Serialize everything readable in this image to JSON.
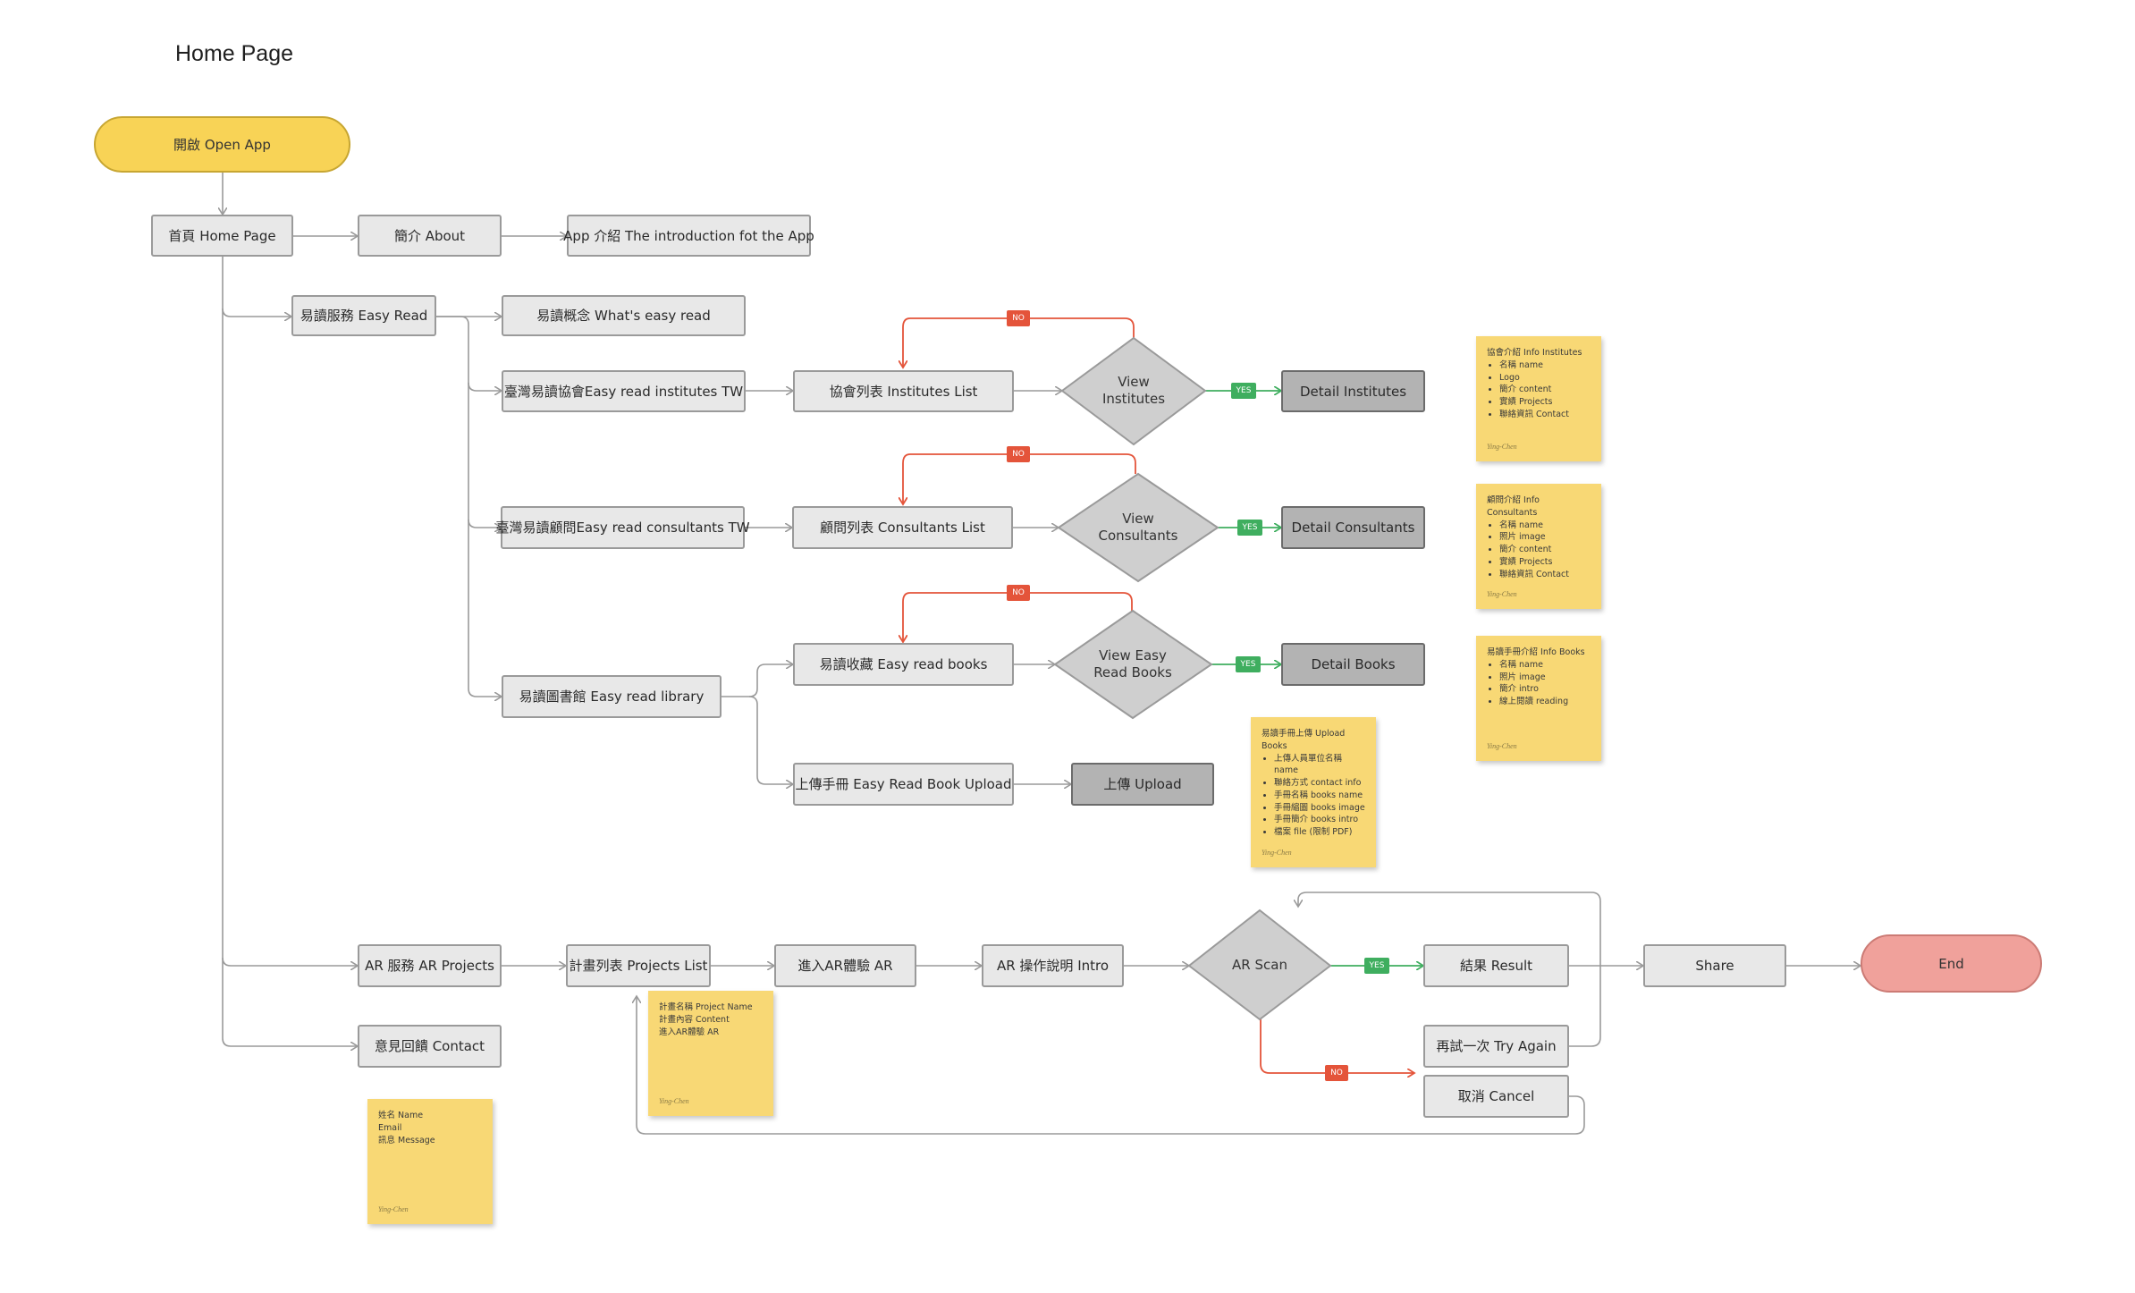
{
  "page": {
    "title": "Home Page"
  },
  "colors": {
    "start": "#f8d356",
    "end": "#f0a19b",
    "yes": "#3fae5f",
    "no": "#e4543a",
    "note": "#f8d875",
    "box": "#e8e8e8",
    "dark_box": "#b3b3b3"
  },
  "nodes": {
    "open_app": "開啟 Open  App",
    "home_page": "首頁 Home Page",
    "about": "簡介 About",
    "app_intro": "App 介紹 The introduction fot the App",
    "easy_read": "易讀服務 Easy Read",
    "whats_easy_read": "易讀概念 What's easy read",
    "institutes_tw": "臺灣易讀協會Easy read institutes TW",
    "institutes_list": "協會列表 Institutes List",
    "view_institutes": "View\nInstitutes",
    "detail_institutes": "Detail Institutes",
    "consultants_tw": "臺灣易讀顧問Easy read consultants TW",
    "consultants_list": "顧問列表 Consultants List",
    "view_consultants": "View\nConsultants",
    "detail_consultants": "Detail Consultants",
    "library": "易讀圖書館 Easy read library",
    "easy_read_books": "易讀收藏 Easy read books",
    "view_easy_read_books": "View Easy\nRead Books",
    "detail_books": "Detail Books",
    "book_upload": "上傳手冊 Easy Read Book Upload",
    "upload": "上傳 Upload",
    "ar_projects": "AR 服務 AR Projects",
    "projects_list": "計畫列表 Projects List",
    "enter_ar": "進入AR體驗 AR",
    "ar_intro": "AR 操作說明 Intro",
    "ar_scan": "AR Scan",
    "result": "結果 Result",
    "share": "Share",
    "end": "End",
    "try_again": "再試一次 Try Again",
    "cancel": "取消 Cancel",
    "contact": "意見回饋 Contact"
  },
  "tags": {
    "no": "NO",
    "yes": "YES"
  },
  "notes": {
    "institutes": {
      "title": "協會介紹 Info Institutes",
      "items": [
        "名稱 name",
        "Logo",
        "簡介 content",
        "實績 Projects",
        "聯絡資訊 Contact"
      ],
      "signature": "Ying-Chen"
    },
    "consultants": {
      "title": "顧問介紹 Info Consultants",
      "items": [
        "名稱 name",
        "照片 image",
        "簡介 content",
        "實績 Projects",
        "聯絡資訊 Contact"
      ],
      "signature": "Ying-Chen"
    },
    "books": {
      "title": "易讀手冊介紹 Info Books",
      "items": [
        "名稱 name",
        "照片 image",
        "簡介 intro",
        "線上閱讀 reading"
      ],
      "signature": "Ying-Chen"
    },
    "upload": {
      "title": "易讀手冊上傳 Upload Books",
      "items": [
        "上傳人員單位名稱 name",
        "聯絡方式 contact info",
        "手冊名稱 books name",
        "手冊縮圖 books image",
        "手冊簡介 books intro",
        "檔案 file (限制 PDF)"
      ],
      "signature": "Ying-Chen"
    },
    "projects": {
      "lines": [
        "計畫名稱 Project Name",
        "計畫內容 Content",
        "進入AR體驗 AR"
      ],
      "signature": "Ying-Chen"
    },
    "contact": {
      "lines": [
        "姓名 Name",
        "Email",
        "訊息 Message"
      ],
      "signature": "Ying-Chen"
    }
  }
}
